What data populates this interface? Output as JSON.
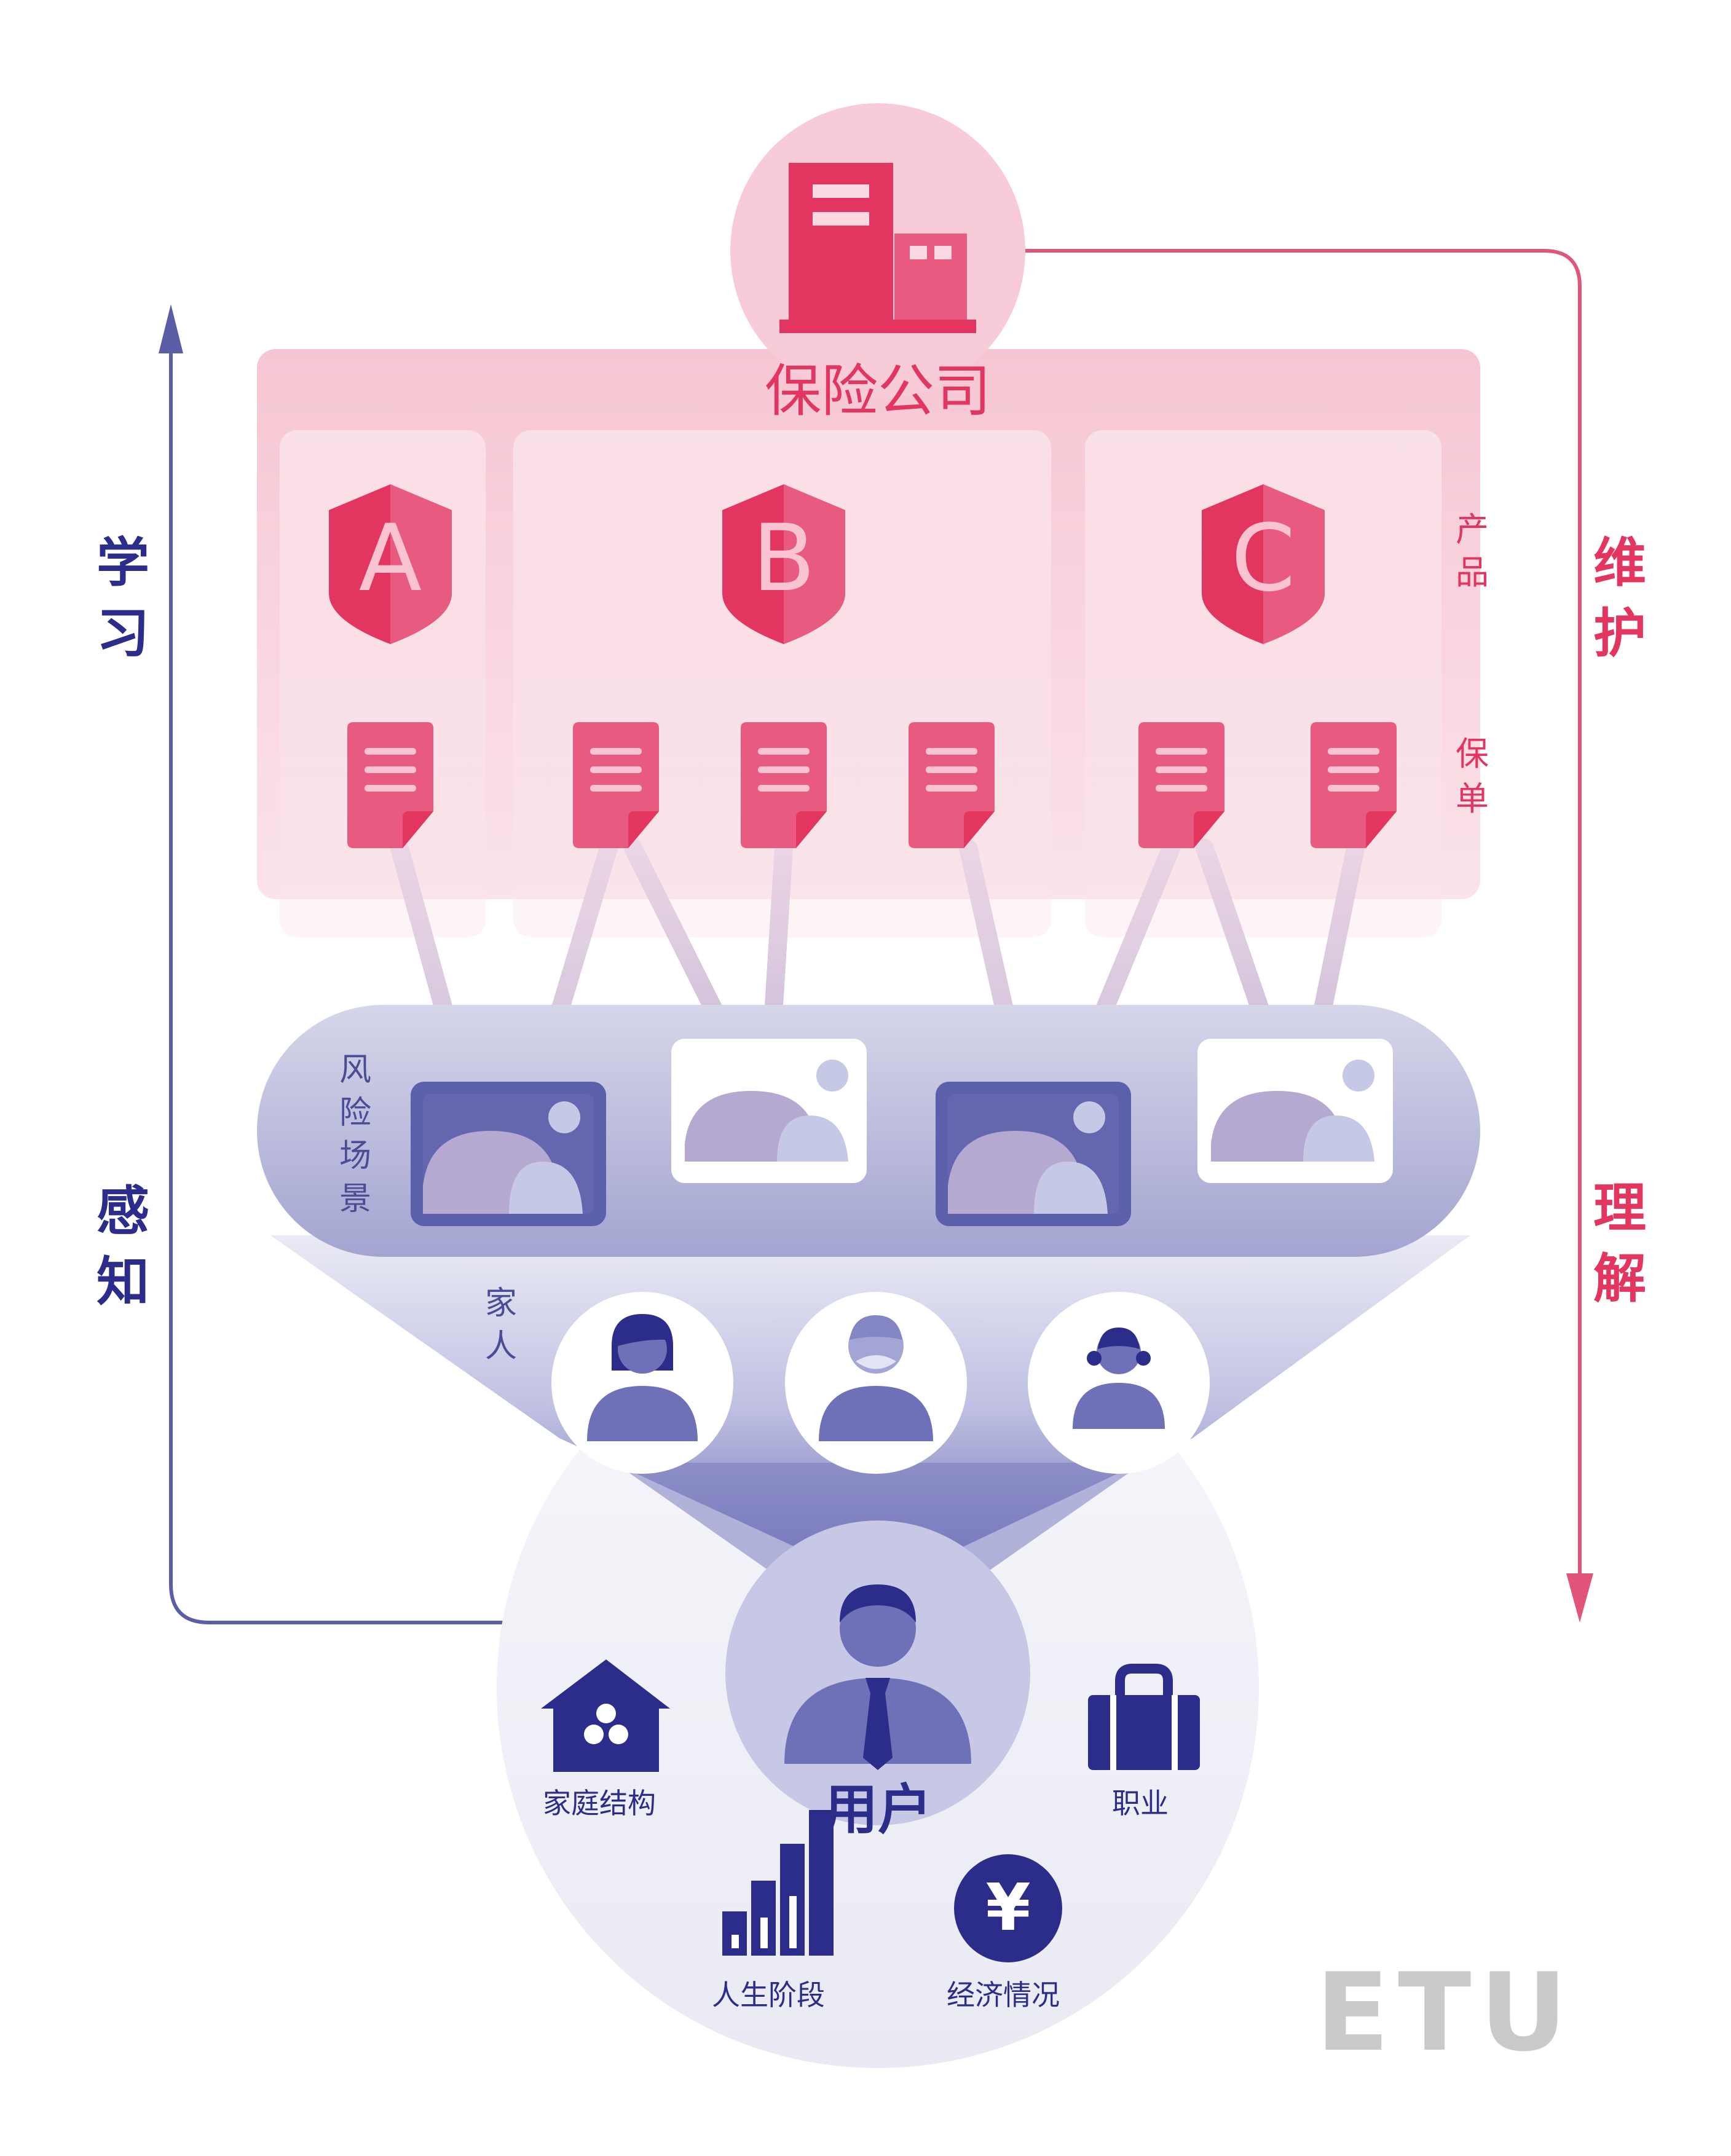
{
  "company": {
    "title": "保险公司"
  },
  "side_labels": {
    "left_top": [
      "学",
      "习"
    ],
    "left_bottom": [
      "感",
      "知"
    ],
    "right_top": [
      "维",
      "护"
    ],
    "right_bottom": [
      "理",
      "解"
    ]
  },
  "row_labels": {
    "products": [
      "产",
      "品"
    ],
    "policies": [
      "保",
      "单"
    ],
    "risk_scenes": [
      "风",
      "险",
      "场",
      "景"
    ],
    "family": [
      "家",
      "人"
    ]
  },
  "products": [
    {
      "letter": "A"
    },
    {
      "letter": "B"
    },
    {
      "letter": "C"
    }
  ],
  "user": {
    "title": "用户",
    "attributes": {
      "family_structure": "家庭结构",
      "occupation": "职业",
      "life_stage": "人生阶段",
      "economy": "经济情况"
    },
    "currency_symbol": "¥"
  },
  "logo": {
    "text": "ETU"
  },
  "colors": {
    "pink": "#E2355F",
    "pink_light": "#F7CCD8",
    "navy": "#2C2D8A",
    "indigo": "#5B5EA6",
    "lavender": "#A7A8D4"
  }
}
